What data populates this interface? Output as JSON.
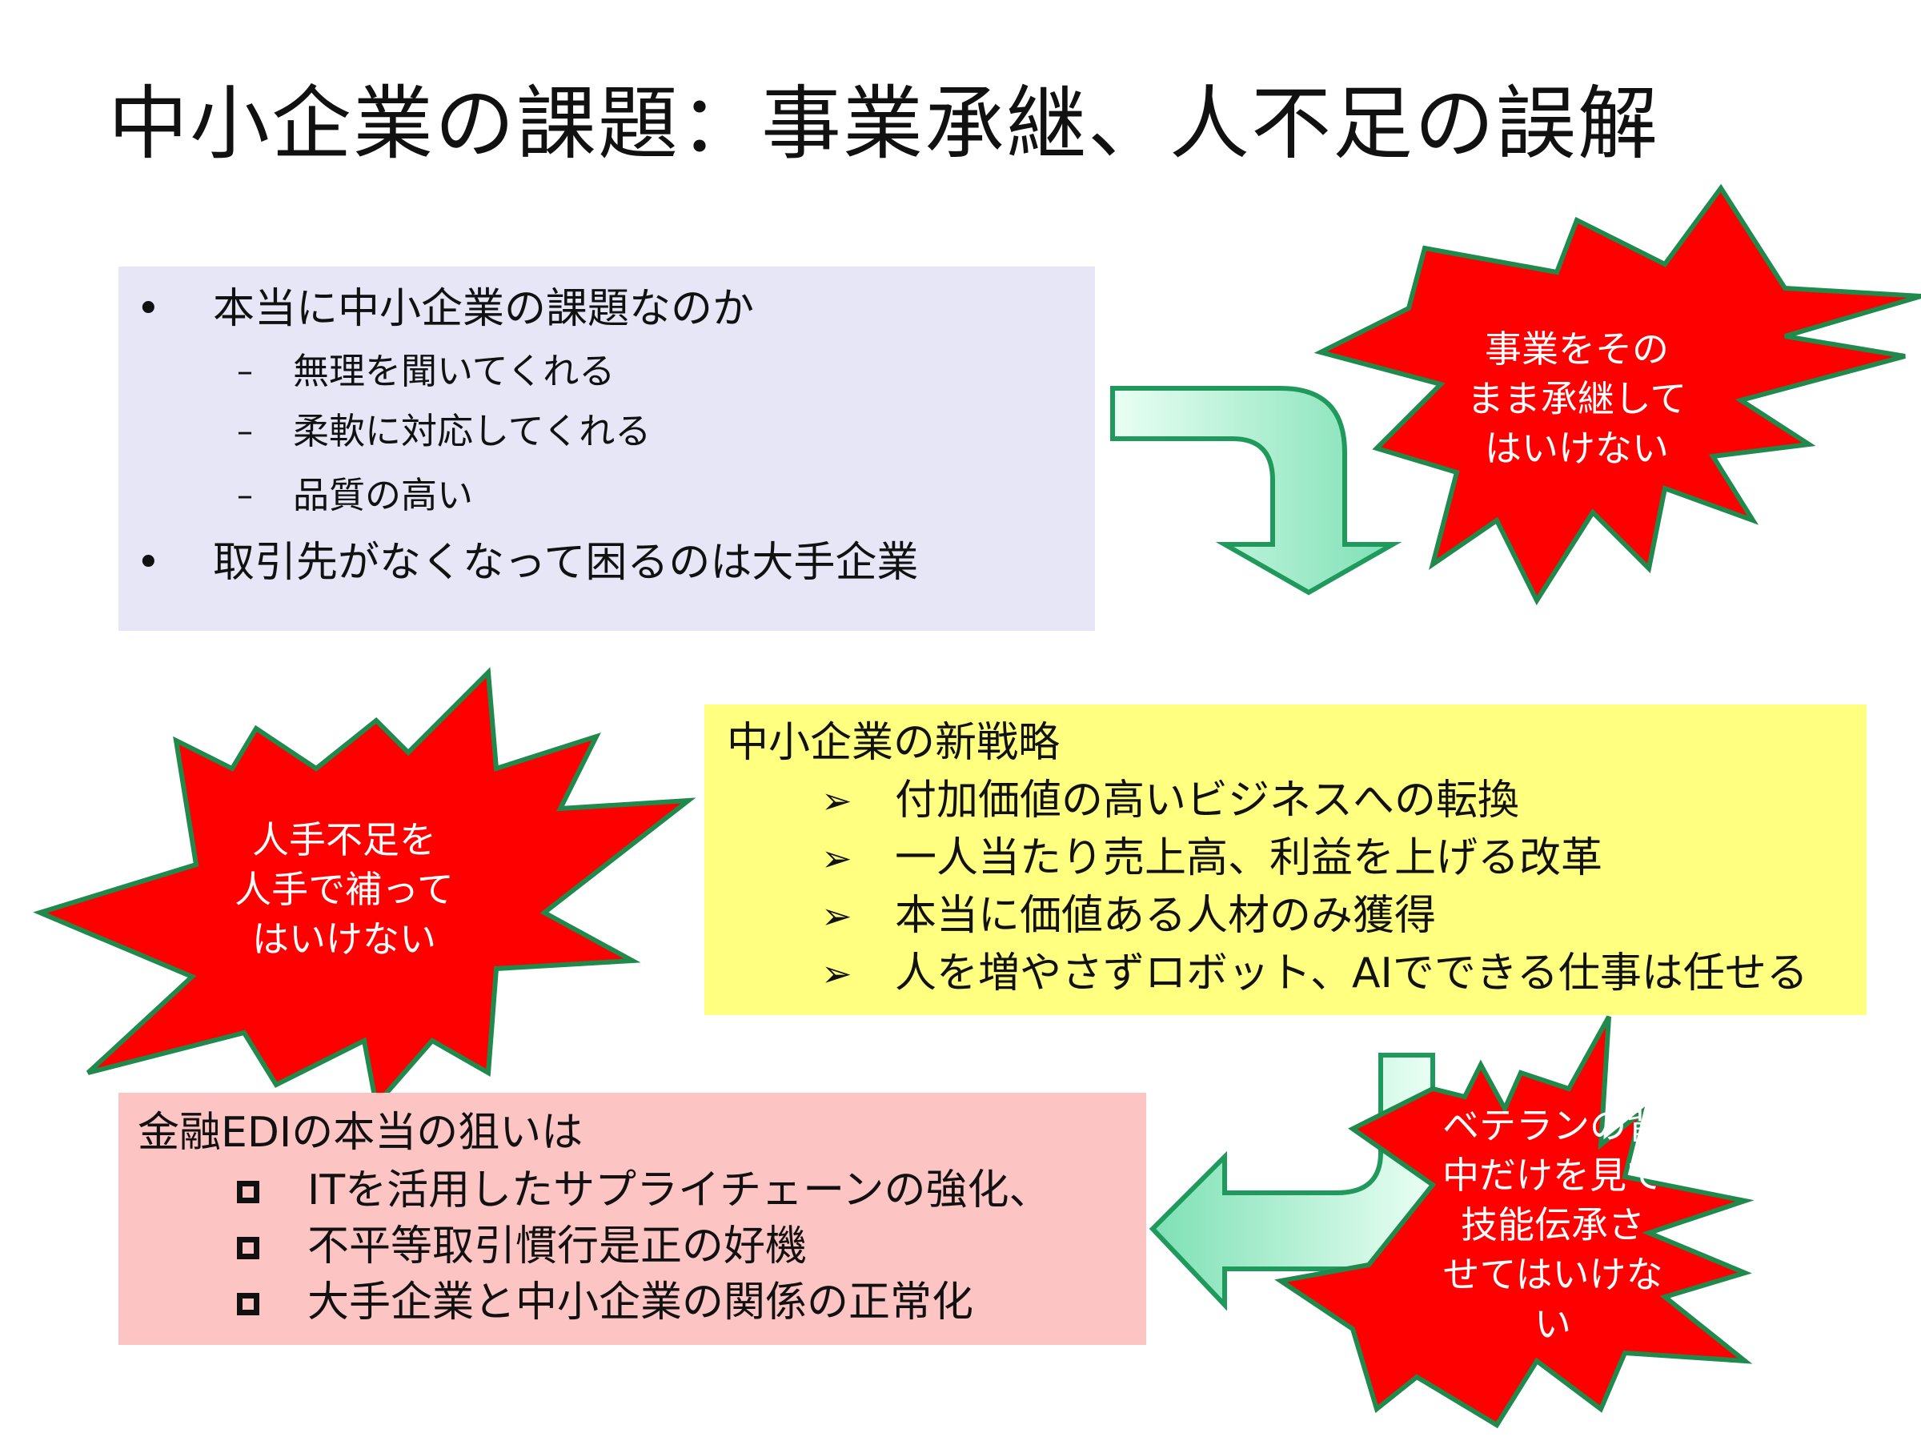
{
  "slide": {
    "title": "中小企業の課題：事業承継、人不足の誤解",
    "box1": {
      "items": [
        {
          "text": "本当に中小企業の課題なのか",
          "sub": [
            "無理を聞いてくれる",
            "柔軟に対応してくれる",
            "品質の高い"
          ]
        },
        {
          "text": "取引先がなくなって困るのは大手企業",
          "sub": []
        }
      ],
      "bullet": "•",
      "dash": "–"
    },
    "box2": {
      "heading": "中小企業の新戦略",
      "arrow": "➢",
      "items": [
        "付加価値の高いビジネスへの転換",
        "一人当たり売上高、利益を上げる改革",
        "本当に価値ある人材のみ獲得",
        "人を増やさずロボット、AIでできる仕事は任せる"
      ]
    },
    "box3": {
      "heading": "金融EDIの本当の狙いは",
      "items": [
        "ITを活用したサプライチェーンの強化、",
        "不平等取引慣行是正の好機",
        "大手企業と中小企業の関係の正常化"
      ]
    },
    "bursts": {
      "top_right": [
        "事業をその",
        "まま承継して",
        "はいけない"
      ],
      "left": [
        "人手不足を",
        "人手で補って",
        "はいけない"
      ],
      "bottom_right": [
        "ベテランの背",
        "中だけを見て",
        "技能伝承さ",
        "せてはいけな",
        "い"
      ]
    },
    "colors": {
      "burst_fill": "#ff0000",
      "burst_stroke": "#1f8a4c",
      "arrow_fill_light": "#eafff4",
      "arrow_fill_dark": "#7de0b4",
      "arrow_stroke": "#1f9a5c",
      "box1_bg": "#e6e6f6",
      "box2_bg": "#ffff80",
      "box3_bg": "#fdc4c4"
    }
  }
}
